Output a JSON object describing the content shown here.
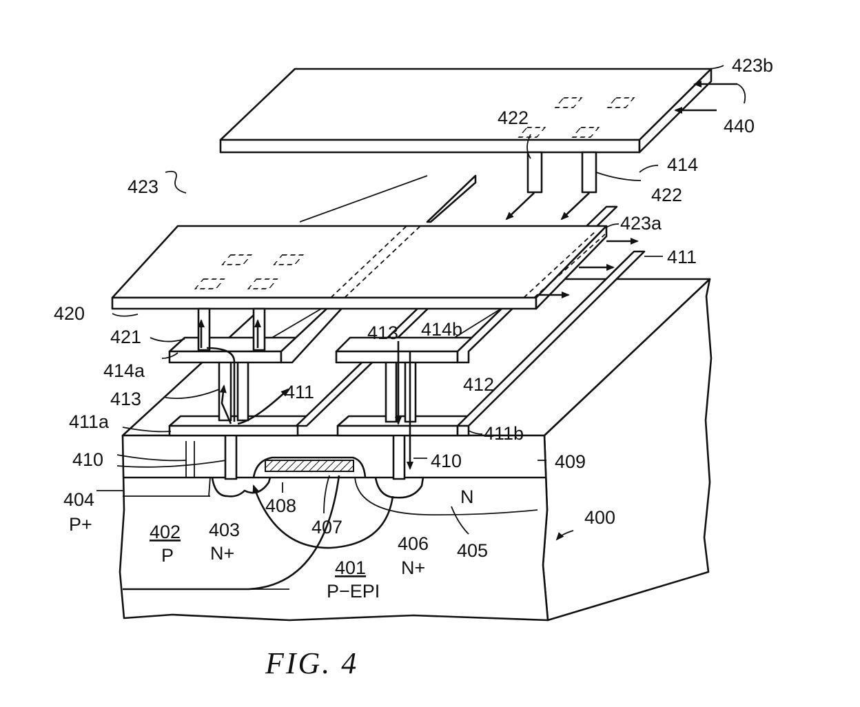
{
  "figure": {
    "caption": "FIG. 4",
    "labels": {
      "l423b": "423b",
      "l440": "440",
      "l422top": "422",
      "l414": "414",
      "l422": "422",
      "l423": "423",
      "l423a": "423a",
      "l411right": "411",
      "l420": "420",
      "l421": "421",
      "l413right": "413",
      "l414b": "414b",
      "l414a": "414a",
      "l413left": "413",
      "l412": "412",
      "l411mid": "411",
      "l411a": "411a",
      "l411b": "411b",
      "l410left": "410",
      "l410right": "410",
      "l409": "409",
      "l404": "404",
      "lP_plus": "P+",
      "l408": "408",
      "l402": "402",
      "lP": "P",
      "l403": "403",
      "lN_plus_left": "N+",
      "l407": "407",
      "l406": "406",
      "lN_plus_right": "N+",
      "lN": "N",
      "l405": "405",
      "l400": "400",
      "l401": "401",
      "lP_EPI": "P−EPI"
    }
  }
}
